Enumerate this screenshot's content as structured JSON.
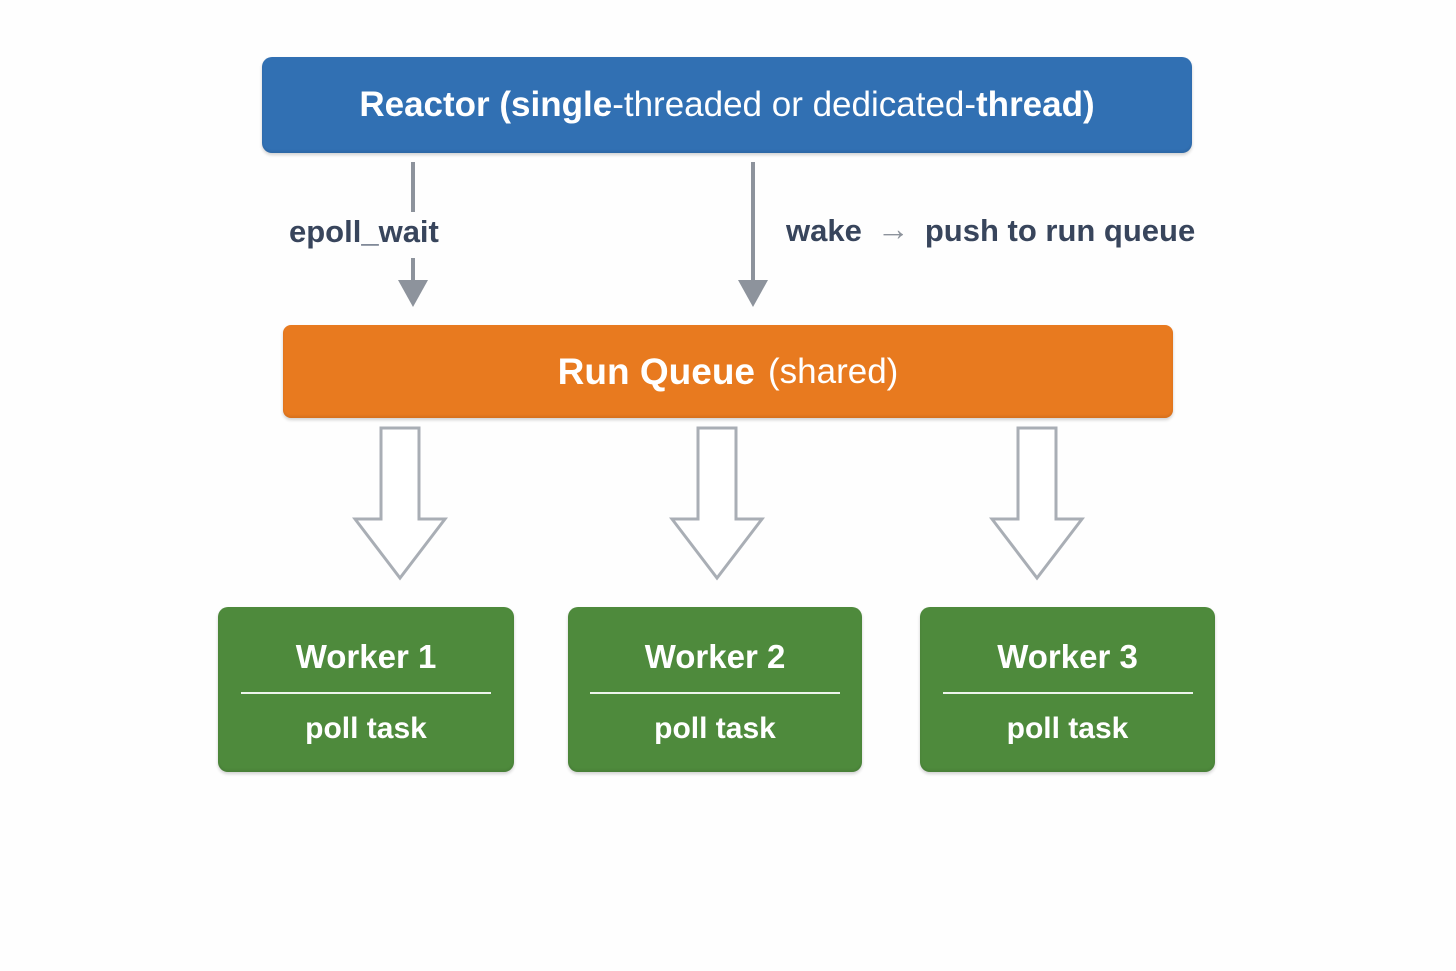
{
  "diagram": {
    "reactor": {
      "label_bold_1": "Reactor (single",
      "label_regular": "-threaded or dedicated-",
      "label_bold_2": "thread)"
    },
    "edges": {
      "epoll_label": "epoll_wait",
      "wake_label": "wake",
      "wake_arrow_glyph": "→",
      "push_label": "push to run queue"
    },
    "run_queue": {
      "label_bold": "Run Queue",
      "label_regular": "(shared)"
    },
    "workers": [
      {
        "title": "Worker 1",
        "subtitle": "poll task"
      },
      {
        "title": "Worker 2",
        "subtitle": "poll task"
      },
      {
        "title": "Worker 3",
        "subtitle": "poll task"
      }
    ],
    "colors": {
      "reactor_blue": "#3170b3",
      "run_queue_orange": "#e87a1f",
      "worker_green": "#4e8a3c",
      "label_text": "#38455c",
      "arrow_gray": "#8d939c",
      "hollow_arrow_gray": "#a9aeb5",
      "box_text": "#ffffff"
    }
  }
}
